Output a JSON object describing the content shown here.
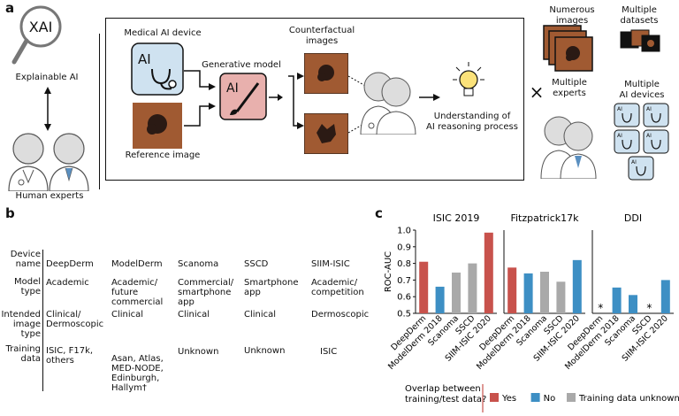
{
  "panel_labels": {
    "a": "a",
    "b": "b",
    "c": "c"
  },
  "panel_a": {
    "xai_circle_label": "XAI",
    "explainable_ai": "Explainable AI",
    "human_experts": "Human experts",
    "medical_ai_device": "Medical AI device",
    "ai_tag": "AI",
    "reference_image": "Reference image",
    "generative_model": "Generative model",
    "gen_ai_tag": "AI",
    "counterfactual_images": "Counterfactual\nimages",
    "understanding": "Understanding of\nAI reasoning process",
    "times_symbol": "×",
    "numerous_images": "Numerous\nimages",
    "multiple_datasets": "Multiple\ndatasets",
    "multiple_experts": "Multiple\nexperts",
    "multiple_ai_devices": "Multiple\nAI devices",
    "device_tag": "AI"
  },
  "panel_b": {
    "row_headers": {
      "device_name": "Device\nname",
      "model_type": "Model\ntype",
      "intended_image_type": "Intended\nimage\ntype",
      "training_data": "Training\ndata"
    },
    "devices": [
      {
        "name": "DeepDerm",
        "model_type": "Academic",
        "image_type": "Clinical/\nDermoscopic",
        "training": "ISIC, F17k,\nothers"
      },
      {
        "name": "ModelDerm",
        "model_type": "Academic/\nfuture\ncommercial",
        "image_type": "Clinical",
        "training": "Asan, Atlas,\nMED-NODE,\nEdinburgh,\nHallym†"
      },
      {
        "name": "Scanoma",
        "model_type": "Commercial/\nsmartphone\napp",
        "image_type": "Clinical",
        "training": "Unknown"
      },
      {
        "name": "SSCD",
        "model_type": "Smartphone\napp",
        "image_type": "Clinical",
        "training": "Unknown"
      },
      {
        "name": "SIIM-ISIC",
        "model_type": "Academic/\ncompetition",
        "image_type": "Dermoscopic",
        "training": "ISIC"
      }
    ]
  },
  "chart_data": {
    "type": "bar",
    "ylabel": "ROC-AUC",
    "ylim": [
      0.5,
      1.0
    ],
    "yticks": [
      "0.5",
      "0.6",
      "0.7",
      "0.8",
      "0.9",
      "1.0"
    ],
    "categories": [
      "DeepDerm",
      "ModelDerm 2018",
      "Scanoma",
      "SSCD",
      "SIIM-ISIC 2020"
    ],
    "colors": {
      "Yes": "#c8524c",
      "No": "#3d8fc4",
      "Training data unknown": "#a9a9a9"
    },
    "panels": [
      {
        "title": "ISIC 2019",
        "values": [
          0.81,
          0.66,
          0.745,
          0.8,
          0.985
        ],
        "overlap": [
          "Yes",
          "No",
          "Training data unknown",
          "Training data unknown",
          "Yes"
        ],
        "missing_mark": [
          null,
          null,
          null,
          null,
          null
        ]
      },
      {
        "title": "Fitzpatrick17k",
        "values": [
          0.775,
          0.74,
          0.75,
          0.69,
          0.82
        ],
        "overlap": [
          "Yes",
          "No",
          "Training data unknown",
          "Training data unknown",
          "No"
        ],
        "missing_mark": [
          null,
          null,
          null,
          null,
          null
        ]
      },
      {
        "title": "DDI",
        "values": [
          null,
          0.655,
          0.61,
          null,
          0.7
        ],
        "overlap": [
          "No",
          "No",
          "No",
          "No",
          "No"
        ],
        "missing_mark": [
          "*",
          null,
          null,
          "*",
          null
        ]
      }
    ],
    "legend": {
      "title": "Overlap between\ntraining/test data?",
      "entries": [
        "Yes",
        "No",
        "Training data unknown"
      ]
    }
  }
}
